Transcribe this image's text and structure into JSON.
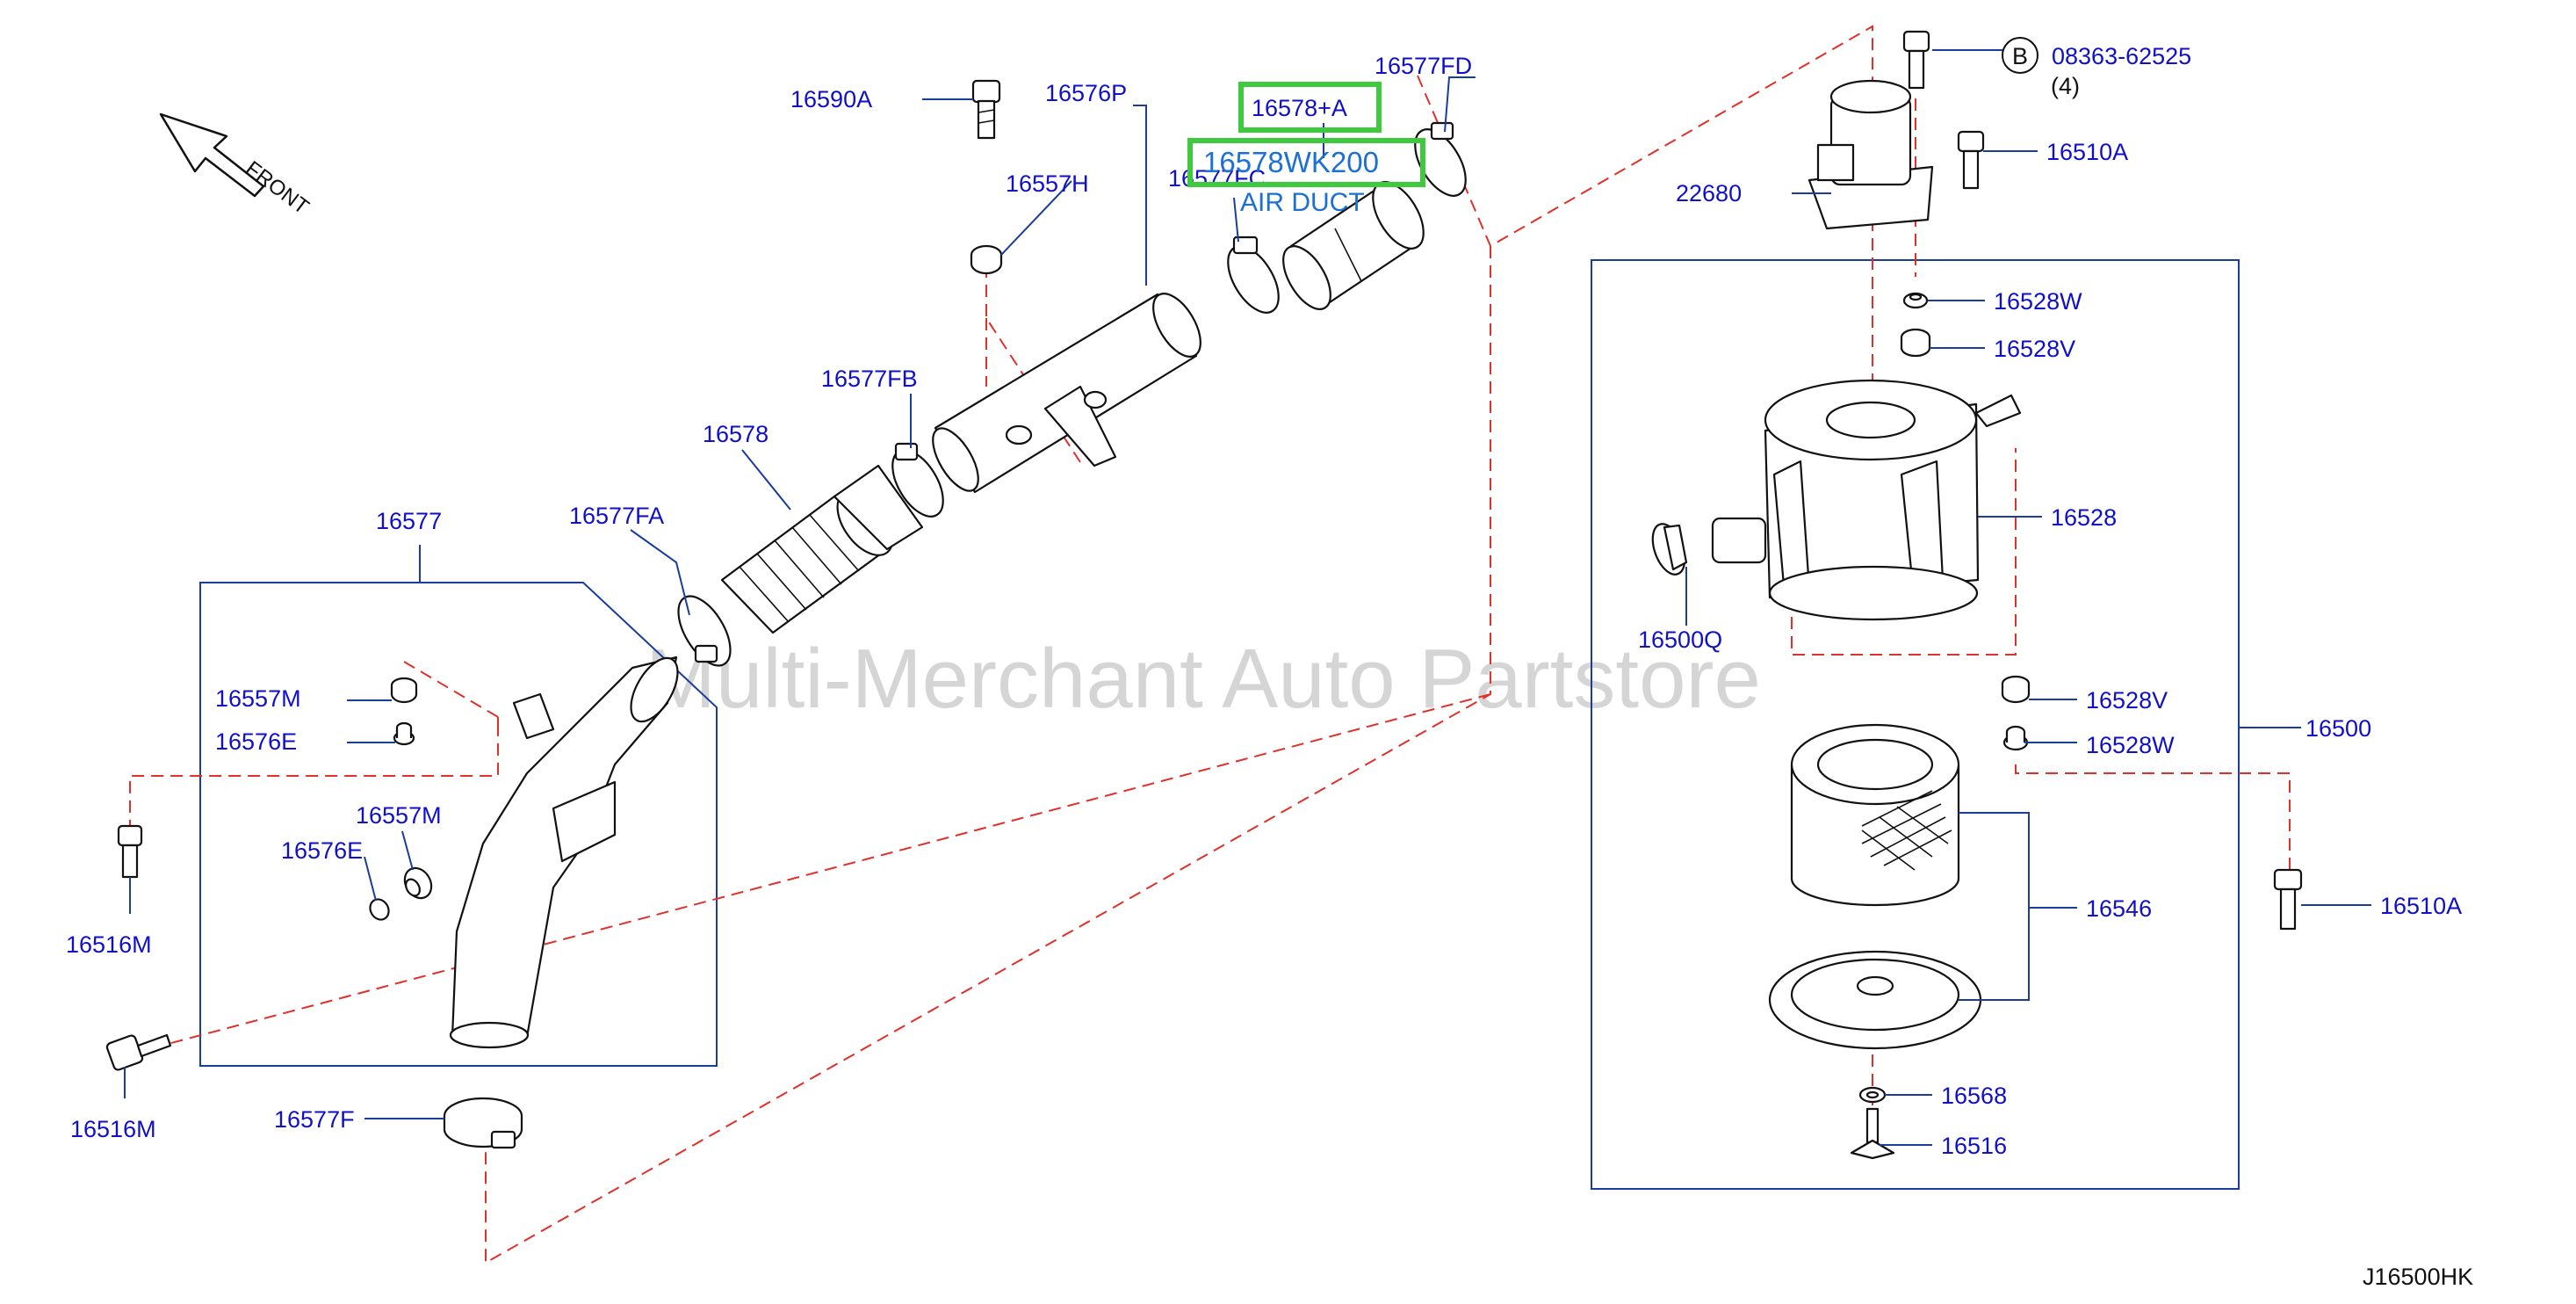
{
  "diagram_code": "J16500HK",
  "watermark": "Multi-Merchant Auto Partstore",
  "front_label": "FRONT",
  "highlight": {
    "part_label": "16578+A",
    "part_number": "16578WK200",
    "part_name": "AIR DUCT",
    "color": "#3ec93e"
  },
  "colors": {
    "label_blue": "#1010c8",
    "leader_blue": "#1a3d99",
    "dashed_red": "#e0302a",
    "highlight_green": "#3ec93e",
    "highlight_text": "#1c6fd6"
  },
  "labels": [
    {
      "id": "16590A",
      "text": "16590A"
    },
    {
      "id": "16576P",
      "text": "16576P"
    },
    {
      "id": "16577FD",
      "text": "16577FD"
    },
    {
      "id": "16557H",
      "text": "16557H"
    },
    {
      "id": "16577FC",
      "text": "16577FC"
    },
    {
      "id": "16577FB",
      "text": "16577FB"
    },
    {
      "id": "16578",
      "text": "16578"
    },
    {
      "id": "16577FA",
      "text": "16577FA"
    },
    {
      "id": "16577",
      "text": "16577"
    },
    {
      "id": "16557M_a",
      "text": "16557M"
    },
    {
      "id": "16576E_a",
      "text": "16576E"
    },
    {
      "id": "16557M_b",
      "text": "16557M"
    },
    {
      "id": "16576E_b",
      "text": "16576E"
    },
    {
      "id": "16516M_a",
      "text": "16516M"
    },
    {
      "id": "16516M_b",
      "text": "16516M"
    },
    {
      "id": "16577F",
      "text": "16577F"
    },
    {
      "id": "08363-62525",
      "text": "08363-62525"
    },
    {
      "id": "qty4",
      "text": "(4)"
    },
    {
      "id": "circleB",
      "text": "B"
    },
    {
      "id": "16510A_a",
      "text": "16510A"
    },
    {
      "id": "22680",
      "text": "22680"
    },
    {
      "id": "16528W_a",
      "text": "16528W"
    },
    {
      "id": "16528V_a",
      "text": "16528V"
    },
    {
      "id": "16528",
      "text": "16528"
    },
    {
      "id": "16500Q",
      "text": "16500Q"
    },
    {
      "id": "16528V_b",
      "text": "16528V"
    },
    {
      "id": "16528W_b",
      "text": "16528W"
    },
    {
      "id": "16500",
      "text": "16500"
    },
    {
      "id": "16546",
      "text": "16546"
    },
    {
      "id": "16510A_b",
      "text": "16510A"
    },
    {
      "id": "16568",
      "text": "16568"
    },
    {
      "id": "16516",
      "text": "16516"
    }
  ]
}
